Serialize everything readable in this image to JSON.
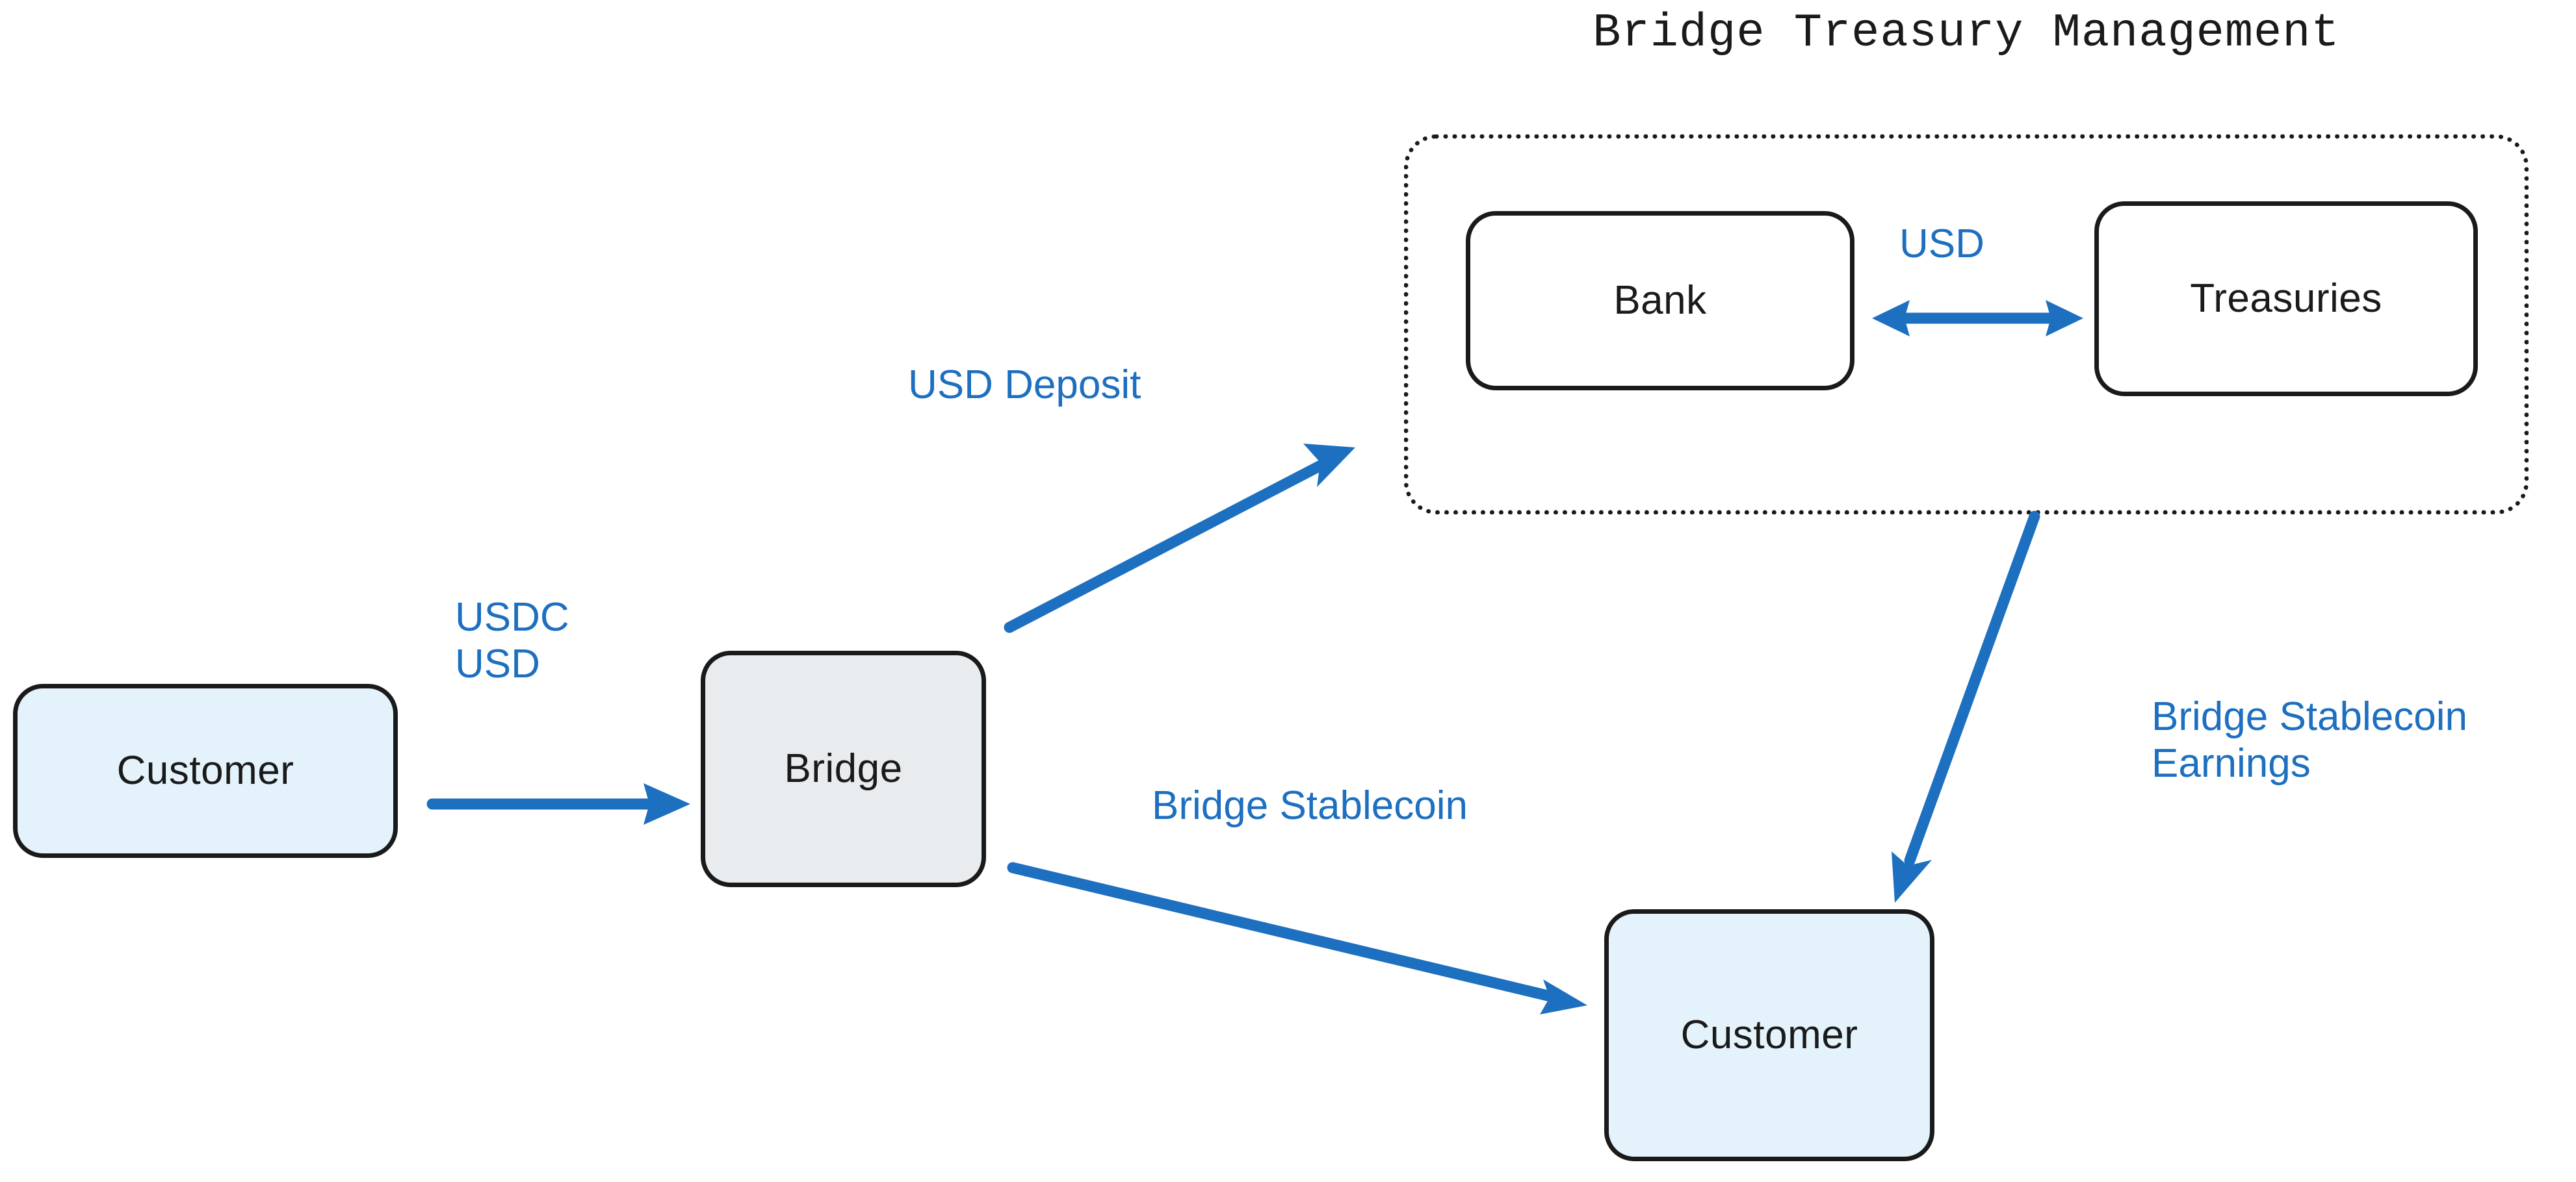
{
  "diagram": {
    "title": "Bridge Treasury Management",
    "accent_color": "#1d6fc0",
    "node_border_color": "#1a1a1a",
    "background": "#ffffff",
    "nodes": [
      {
        "id": "customer-left",
        "label": "Customer",
        "fill": "#e4f2fb"
      },
      {
        "id": "bridge",
        "label": "Bridge",
        "fill": "#e8ecee"
      },
      {
        "id": "bank",
        "label": "Bank",
        "fill": "#ffffff"
      },
      {
        "id": "treasuries",
        "label": "Treasuries",
        "fill": "#ffffff"
      },
      {
        "id": "customer-right",
        "label": "Customer",
        "fill": "#e4f2fb"
      }
    ],
    "group": {
      "id": "bridge-treasury-management",
      "title": "Bridge Treasury Management",
      "border_style": "dotted",
      "members": [
        "bank",
        "treasuries"
      ]
    },
    "edges": [
      {
        "id": "customer-to-bridge",
        "from": "customer-left",
        "to": "bridge",
        "label": "USDC\nUSD",
        "direction": "one-way"
      },
      {
        "id": "bridge-to-treasury",
        "from": "bridge",
        "to": "bridge-treasury-management",
        "label": "USD Deposit",
        "direction": "one-way"
      },
      {
        "id": "bridge-to-customer",
        "from": "bridge",
        "to": "customer-right",
        "label": "Bridge Stablecoin",
        "direction": "one-way"
      },
      {
        "id": "bank-treasuries",
        "from": "bank",
        "to": "treasuries",
        "label": "USD",
        "direction": "two-way"
      },
      {
        "id": "treasury-to-customer",
        "from": "bridge-treasury-management",
        "to": "customer-right",
        "label": "Bridge Stablecoin\nEarnings",
        "direction": "one-way"
      }
    ],
    "labels": {
      "usdc_usd": "USDC\nUSD",
      "usd_deposit": "USD Deposit",
      "bridge_stablecoin": "Bridge Stablecoin",
      "usd": "USD",
      "bridge_stablecoin_earnings": "Bridge Stablecoin\nEarnings"
    }
  }
}
